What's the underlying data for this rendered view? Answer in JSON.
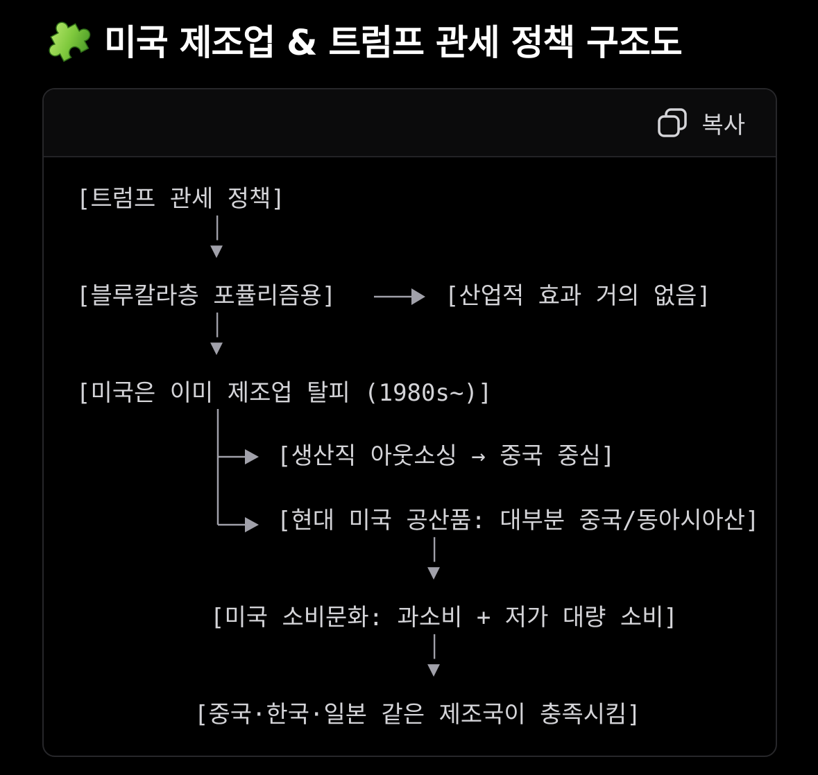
{
  "heading": {
    "icon": "puzzle-piece-icon",
    "text": "미국 제조업 & 트럼프 관세 정책 구조도"
  },
  "code_block": {
    "copy_button": {
      "icon": "copy-icon",
      "label": "복사"
    },
    "lines": [
      "[트럼프 관세 정책]",
      "[블루칼라층 포퓰리즘용]",
      "[산업적 효과 거의 없음]",
      "[미국은 이미 제조업 탈피 (1980s~)]",
      "[생산직 아웃소싱 → 중국 중심]",
      "[현대 미국 공산품: 대부분 중국/동아시아산]",
      "[미국 소비문화: 과소비 + 저가 대량 소비]",
      "[중국·한국·일본 같은 제조국이 충족시킴]"
    ],
    "connector_glyphs": {
      "vertical": "│",
      "arrow_down": "▼"
    },
    "colors": {
      "text": "#d4d4d8",
      "connector": "#a1a1aa",
      "border": "#27272a",
      "header_bg": "#0b0b0c"
    }
  }
}
